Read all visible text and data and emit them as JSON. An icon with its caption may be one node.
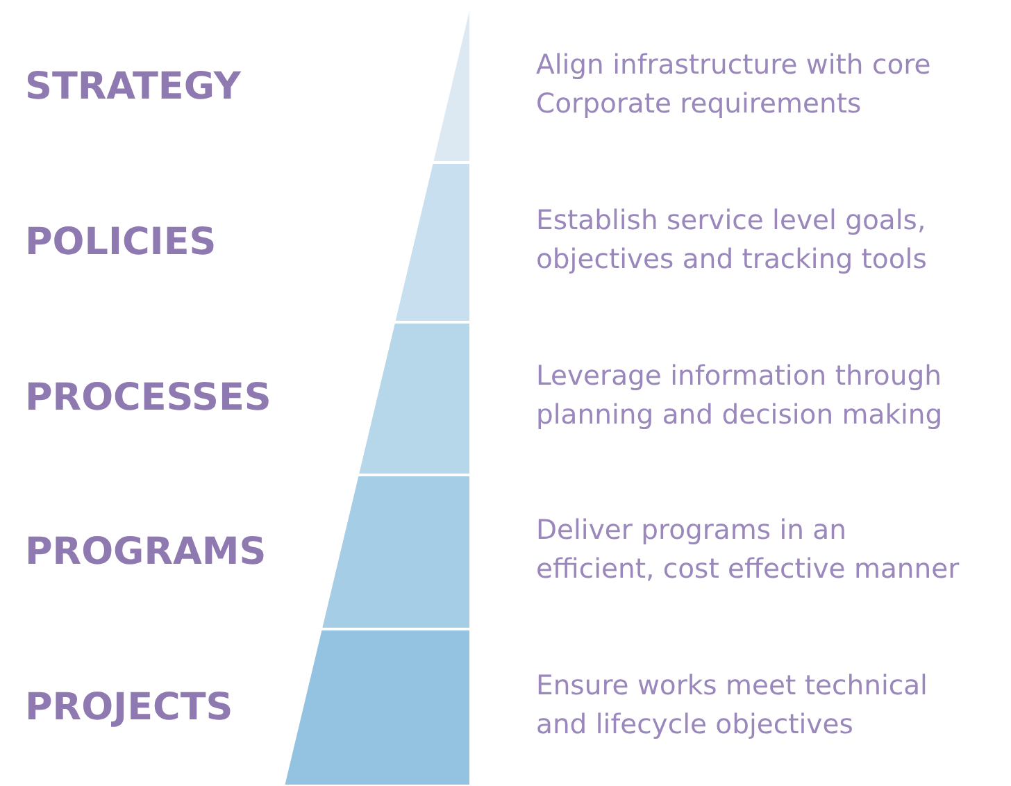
{
  "diagram": {
    "nodes": [
      {
        "text": [],
        "shape": "trapezoid"
      },
      {
        "text": [],
        "shape": "trapezoid"
      },
      {
        "text": [],
        "shape": "trapezoid"
      },
      {
        "text": [],
        "shape": "trapezoid"
      },
      {
        "text": [],
        "shape": "trapezoid"
      }
    ],
    "labels": [
      "STRATEGY",
      "Align infrastructure with core Corporate requirements",
      "POLICIES",
      "Establish service level goals, objectives and tracking tools",
      "PROCESSES",
      "Leverage information through planning and decision making",
      "PROGRAMS",
      "Deliver programs in an efficient, cost effective manner",
      "PROJECTS",
      "Ensure works meet technical and lifecycle objectives"
    ]
  }
}
